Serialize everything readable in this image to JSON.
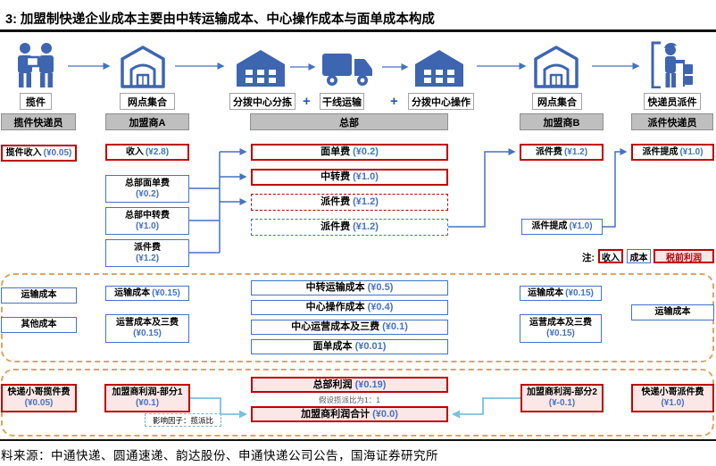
{
  "title": "3:  加盟制快递企业成本主要由中转运输成本、中心操作成本与面单成本构成",
  "flow": {
    "plus": "+",
    "steps": [
      {
        "label": "揽件"
      },
      {
        "label": "网点集合"
      },
      {
        "label": "分拨中心分拣"
      },
      {
        "label": "干线运输"
      },
      {
        "label": "分拨中心操作"
      },
      {
        "label": "网点集合"
      },
      {
        "label": "快递员派件"
      }
    ]
  },
  "headers": {
    "col1": "揽件快递员",
    "col2": "加盟商A",
    "col3": "总部",
    "col4": "加盟商B",
    "col5": "派件快递员"
  },
  "legend": {
    "note": "注:",
    "income": "收入",
    "cost": "成本",
    "pretax_profit": "税前利润"
  },
  "boxes": {
    "pickup_income": {
      "label": "揽件收入",
      "value": "(¥0.05)"
    },
    "fa_income": {
      "label": "收入",
      "value": "(¥2.8)"
    },
    "fa_waybill_fee": {
      "label": "总部面单费",
      "value": "(¥0.2)"
    },
    "fa_transfer_fee": {
      "label": "总部中转费",
      "value": "(¥1.0)"
    },
    "fa_delivery_fee": {
      "label": "派件费",
      "value": "(¥1.2)"
    },
    "hq_waybill_fee": {
      "label": "面单费",
      "value": "(¥0.2)"
    },
    "hq_transfer_fee": {
      "label": "中转费",
      "value": "(¥1.0)"
    },
    "hq_delivery_fee_in": {
      "label": "派件费",
      "value": "(¥1.2)"
    },
    "hq_delivery_fee_out": {
      "label": "派件费",
      "value": "(¥1.2)"
    },
    "fb_delivery_fee": {
      "label": "派件费",
      "value": "(¥1.2)"
    },
    "fb_delivery_cut": {
      "label": "派件提成",
      "value": "(¥1.0)"
    },
    "courier_delivery_cut": {
      "label": "派件提成",
      "value": "(¥1.0)"
    },
    "c1_transport_cost": {
      "label": "运输成本",
      "value": ""
    },
    "c1_other_cost": {
      "label": "其他成本",
      "value": ""
    },
    "c2_transport_cost": {
      "label": "运输成本",
      "value": "(¥0.15)"
    },
    "c2_opex_cost": {
      "label": "运营成本及三费",
      "value": "(¥0.15)"
    },
    "hq_transit_cost": {
      "label": "中转运输成本",
      "value": "(¥0.5)"
    },
    "hq_center_op_cost": {
      "label": "中心操作成本",
      "value": "(¥0.4)"
    },
    "hq_center_opex_cost": {
      "label": "中心运营成本及三费",
      "value": "(¥0.1)"
    },
    "hq_waybill_cost": {
      "label": "面单成本",
      "value": "(¥0.01)"
    },
    "c4_transport_cost": {
      "label": "运输成本",
      "value": "(¥0.15)"
    },
    "c4_opex_cost": {
      "label": "运营成本及三费",
      "value": "(¥0.15)"
    },
    "c5_transport_cost": {
      "label": "运输成本",
      "value": ""
    },
    "courier_pickup_fee": {
      "label": "快递小哥揽件费",
      "value": "(¥0.05)"
    },
    "fa_profit_part1": {
      "label": "加盟商利润-部分1",
      "value": "(¥0.1)"
    },
    "hq_profit": {
      "label": "总部利润",
      "value": "(¥0.19)"
    },
    "fa_profit_total": {
      "label": "加盟商利润合计",
      "value": "(¥0.0)"
    },
    "fa_profit_part2": {
      "label": "加盟商利润-部分2",
      "value": "(¥-0.1)"
    },
    "courier_delivery_fee": {
      "label": "快递小哥派件费",
      "value": "(¥1.0)"
    }
  },
  "notes": {
    "factor": "影响因子：揽派比",
    "assumption": "假设揽派比为1：1"
  },
  "source": "料来源：中通快递、圆通速递、韵达股份、申通快递公司公告，国海证券研究所",
  "colors": {
    "red": "#C00000",
    "blue": "#4472C4",
    "pink_fill": "#FCE7E7",
    "header_gray": "#BFBFBF",
    "band_dash_orange": "#DCA565",
    "light_blue_connector": "#79C1DE",
    "icon_blue": "#3E65B0"
  }
}
